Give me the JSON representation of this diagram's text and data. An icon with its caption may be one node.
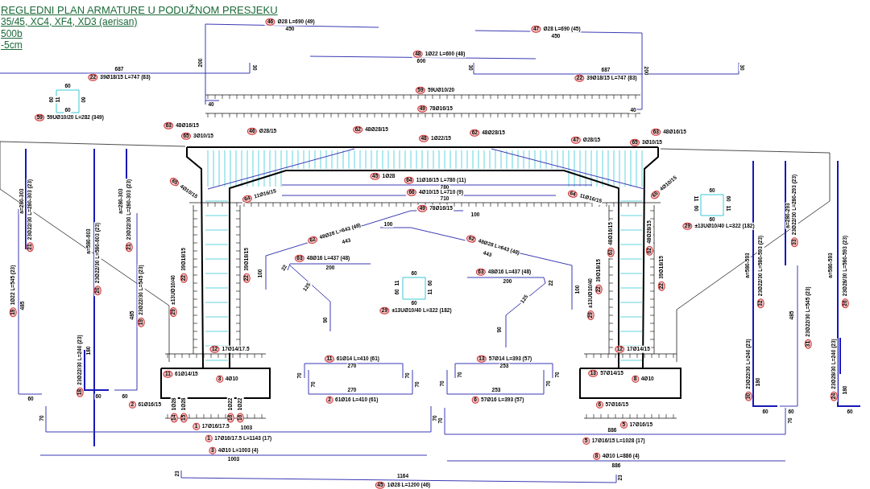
{
  "diagram": {
    "title": "REGLEDNI PLAN ARMATURE U PODUŽNOM PRESJEKU",
    "labels": [
      "35/45,  XC4,  XF4,  XD3 (aerisan)",
      "500b",
      "-5cm",
      "46 Ø28 L=690 (49)",
      "450",
      "47 Ø28 L=690 (45)",
      "450",
      "48 1Ø22 L=600 (48)",
      "600",
      "687",
      "200",
      "30",
      "30",
      "687",
      "200",
      "30",
      "22 39Ø18/15 L=747 (83)",
      "22 39Ø18/15 L=747 (83)",
      "60",
      "60",
      "11",
      "60",
      "60",
      "59 59UØ10/20 L=282 (349)",
      "59 59UØ10/20",
      "40",
      "40",
      "49 78Ø16/15",
      "63 48Ø16/15",
      "46 Ø28/15",
      "62 48Ø28/15",
      "48 1Ø22/15",
      "62 48Ø28/15",
      "63 48Ø16/15",
      "65 3Ø10/15",
      "47 Ø28/15",
      "65 3Ø10/15",
      "45 1Ø28",
      "64 11Ø16/15 L=780 (11)",
      "780",
      "65 4Ø10/15",
      "66 4Ø10/15 L=710 (9)",
      "64 11Ø16/15",
      "64 11Ø16/15",
      "65 4Ø10/15",
      "710",
      "49 78Ø16/15",
      "100",
      "100",
      "60",
      "11",
      "60",
      "60",
      "11",
      "60",
      "29 ±13UØ10/40 L=322 (182)",
      "62 48Ø28 L=643 (48)",
      "443",
      "62 48Ø28 L=643 (48)",
      "443",
      "21 23Ø22/30 L=280-303 (23)",
      "a=280-303",
      "21 23Ø22/30 L=280-303 (23)",
      "a=280-303",
      "63 48Ø16 L=437 (48)",
      "200",
      "22",
      "100",
      "22",
      "63 48Ø16 L=437 (48)",
      "200",
      "100",
      "22 39Ø18/15",
      "22 39Ø18/15",
      "29 ±13UØ10/40",
      "63 48Ø16/15",
      "62 48Ø28/15",
      "22 39Ø18/15",
      "22 39Ø18/15",
      "29 ±13UØ10/40",
      "a=580-603",
      "20 23Ø22/30 L=580-603 (23)",
      "a=280-293",
      "33 23Ø22/30 L=280-293 (23)",
      "a=580-593",
      "32 23Ø22/30 L=580-593 (23)",
      "a=580-593",
      "26 23Ø28/30 L=580-593 (23)",
      "60",
      "11",
      "60",
      "60",
      "11",
      "60",
      "29 ±13UØ10/40 L=322 (182)",
      "125",
      "125",
      "19 1Ø22 L=545 (23)",
      "485",
      "485",
      "19 23Ø22/30 L=545 (23)",
      "485",
      "31 23Ø22/30 L=545 (23)",
      "90",
      "90",
      "12 17Ø14/17.5",
      "12 17Ø14/15",
      "11 61Ø14 L=410 (61)",
      "270",
      "13 57Ø14 L=393 (57)",
      "253",
      "18 23Ø22/30 L=240 (23)",
      "180",
      "30 23Ø22/30 L=240 (23)",
      "180",
      "24 23Ø28/30 L=240 (23)",
      "180",
      "11 61Ø14/15",
      "3 4Ø10",
      "13 57Ø14/15",
      "8 4Ø10",
      "70",
      "70",
      "70",
      "70",
      "70",
      "70",
      "70",
      "70",
      "60",
      "60",
      "60",
      "270",
      "2 61Ø16 L=410 (61)",
      "253",
      "6 57Ø16 L=393 (57)",
      "60",
      "60",
      "60",
      "14 1Ø28",
      "15 1Ø28",
      "16 1Ø22",
      "16 1Ø22",
      "2 61Ø16/15",
      "6 57Ø16/15",
      "70",
      "70",
      "70",
      "70",
      "1 17Ø16/17.5",
      "5 17Ø16/15",
      "1003",
      "886",
      "1 17Ø16/17.5 L=1143 (17)",
      "5 17Ø16/15 L=1028 (17)",
      "3 4Ø10 L=1003 (4)",
      "8 4Ø10 L=886 (4)",
      "1003",
      "886",
      "23",
      "1164",
      "23",
      "45 1Ø28 L=1200 (46)"
    ]
  }
}
